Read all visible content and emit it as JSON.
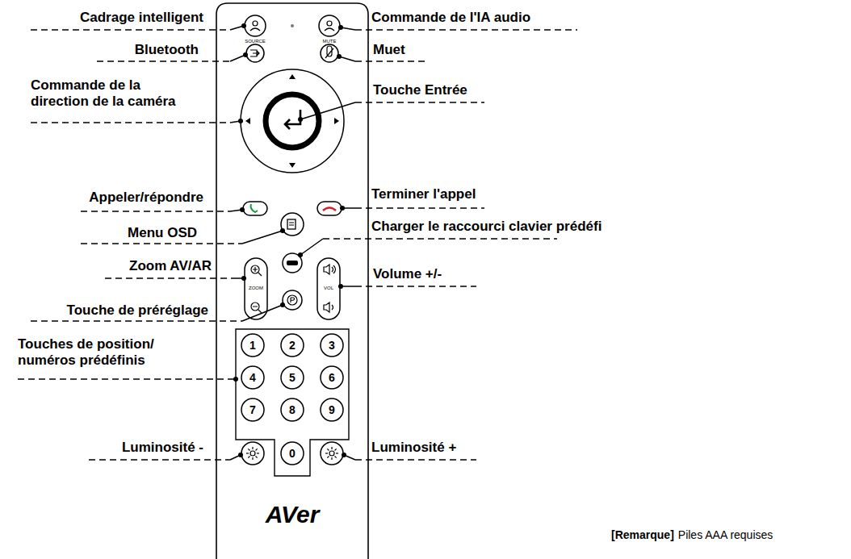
{
  "diagram": {
    "labels": [
      "Cadrage intelligent",
      "Commande de l'IA audio",
      "Bluetooth",
      "SOURCE",
      "MUTE",
      "Muet",
      "Commande de la direction de la caméra",
      "Touche Entrée",
      "Appeler/répondre",
      "Terminer l'appel",
      "Menu OSD",
      "Charger le raccourci clavier prédéfi",
      "Zoom AV/AR",
      "ZOOM",
      "VOL",
      "Volume +/-",
      "Touche de préréglage",
      "Touches de position/ numéros prédéfinis",
      "1",
      "2",
      "3",
      "4",
      "5",
      "6",
      "7",
      "8",
      "9",
      "Luminosité -",
      "0",
      "Luminosité +",
      "AVer",
      "[Remarque]",
      "Piles AAA requises"
    ]
  }
}
